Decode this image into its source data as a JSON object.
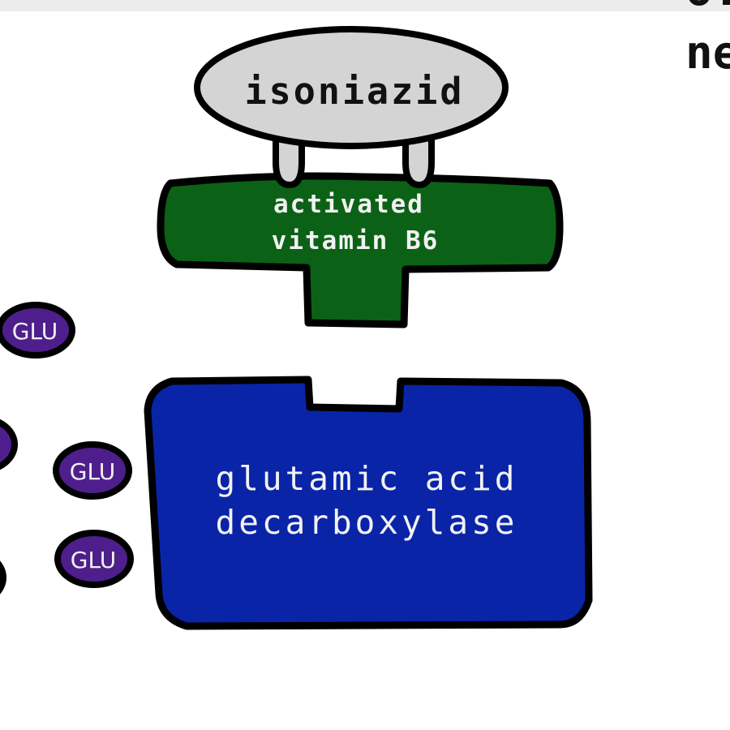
{
  "colors": {
    "drug_fill": "#d4d4d4",
    "vitamin_fill": "#0b6217",
    "enzyme_fill": "#0a24a8",
    "glu_fill": "#4e1f8c",
    "outline": "#000000",
    "page_text": "#111111"
  },
  "corner_text": {
    "line1": "o.",
    "line2": "ne"
  },
  "drug": {
    "label": "isoniazid"
  },
  "vitamin": {
    "line1": "activated",
    "line2": "vitamin B6"
  },
  "enzyme": {
    "line1": "glutamic acid",
    "line2": "decarboxylase"
  },
  "substrate": {
    "label": "GLU"
  }
}
